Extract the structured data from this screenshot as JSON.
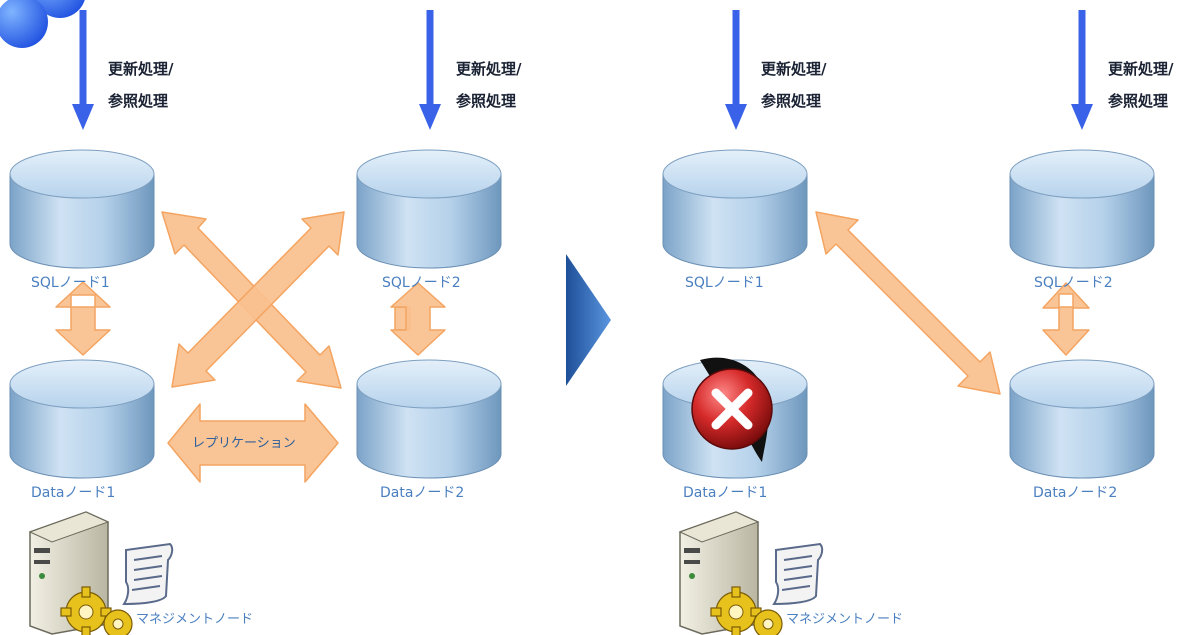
{
  "panels": [
    {
      "id": "before",
      "requests": [
        {
          "line1": "更新処理/",
          "line2": "参照処理"
        },
        {
          "line1": "更新処理/",
          "line2": "参照処理"
        }
      ],
      "sql_nodes": [
        "SQLノード1",
        "SQLノード2"
      ],
      "data_nodes": [
        "Dataノード1",
        "Dataノード2"
      ],
      "replication_label": "レプリケーション",
      "management_label": "マネジメントノード"
    },
    {
      "id": "after",
      "requests": [
        {
          "line1": "更新処理/",
          "line2": "参照処理"
        },
        {
          "line1": "更新処理/",
          "line2": "参照処理"
        }
      ],
      "sql_nodes": [
        "SQLノード1",
        "SQLノード2"
      ],
      "data_nodes": [
        "Dataノード1",
        "Dataノード2"
      ],
      "failed_node": "Dataノード1",
      "management_label": "マネジメントノード"
    }
  ],
  "colors": {
    "request_arrow": "#3a62e8",
    "connection_arrow": "#f9c08e",
    "connection_outline": "#f4a460",
    "cylinder": "#a8c8e6",
    "transition_arrow": "#3e78c8",
    "failure_mark": "#c21f1f"
  },
  "icons": {
    "management": "server-icon",
    "config": "scroll-icon",
    "settings": "gear-icon",
    "failure": "error-x-icon"
  }
}
